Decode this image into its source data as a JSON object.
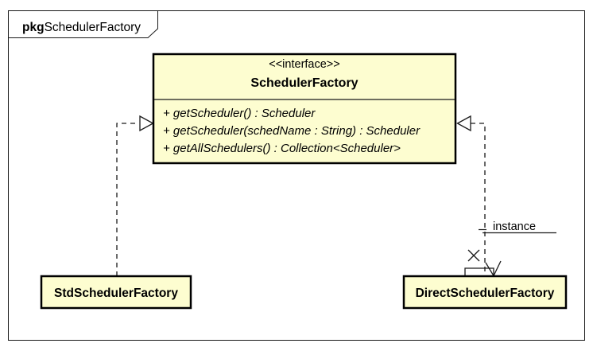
{
  "diagram": {
    "frame": {
      "tab_keyword": "pkg",
      "tab_title": "SchedulerFactory"
    },
    "interface": {
      "stereotype": "<<interface>>",
      "name": "SchedulerFactory",
      "methods": [
        "+ getScheduler() : Scheduler",
        "+ getScheduler(schedName : String) : Scheduler",
        "+ getAllSchedulers() : Collection<Scheduler>"
      ]
    },
    "classes": [
      {
        "name": "StdSchedulerFactory"
      },
      {
        "name": "DirectSchedulerFactory"
      }
    ],
    "associations": {
      "instance_label": "instance"
    },
    "colors": {
      "node_fill": "#FDFDD0",
      "border": "#000000",
      "background": "#FFFFFF"
    }
  }
}
